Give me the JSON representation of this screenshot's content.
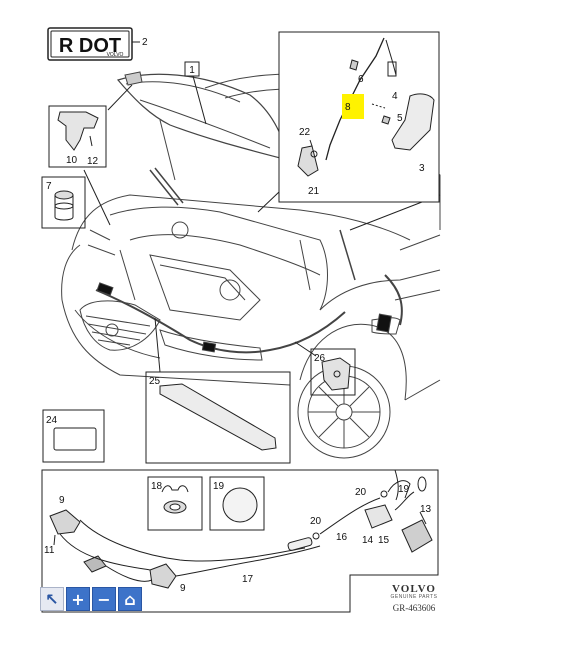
{
  "badge": {
    "text": "R DOT",
    "brand": "VOLVO"
  },
  "callouts": {
    "c1": "1",
    "c2": "2",
    "c3": "3",
    "c4": "4",
    "c5": "5",
    "c6": "6",
    "c7": "7",
    "c8": "8",
    "c9a": "9",
    "c9b": "9",
    "c10": "10",
    "c11": "11",
    "c12": "12",
    "c13": "13",
    "c14": "14",
    "c15": "15",
    "c16": "16",
    "c17": "17",
    "c18": "18",
    "c19a": "19",
    "c19b": "19",
    "c20a": "20",
    "c20b": "20",
    "c21": "21",
    "c22": "22",
    "c24": "24",
    "c25": "25",
    "c26": "26"
  },
  "highlight_color": "#fff200",
  "toolbar": {
    "buttons": [
      {
        "icon": "pointer-icon",
        "glyph": "↖"
      },
      {
        "icon": "zoom-in-icon",
        "glyph": "+"
      },
      {
        "icon": "zoom-out-icon",
        "glyph": "−"
      },
      {
        "icon": "home-icon",
        "glyph": "⌂"
      }
    ]
  },
  "footer": {
    "logo": "VOLVO",
    "sub": "GENUINE PARTS",
    "ref": "GR-463606"
  }
}
